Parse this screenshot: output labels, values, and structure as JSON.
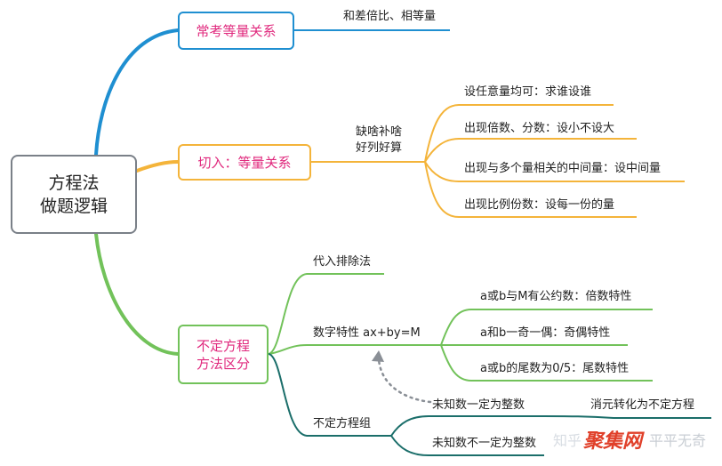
{
  "root": {
    "line1": "方程法",
    "line2": "做题逻辑"
  },
  "branch1": {
    "title": "常考等量关系",
    "child": "和差倍比、相等量"
  },
  "branch2": {
    "title": "切入：等量关系",
    "sublabel_line1": "缺啥补啥",
    "sublabel_line2": "好列好算",
    "items": [
      "设任意量均可：求谁设谁",
      "出现倍数、分数：设小不设大",
      "出现与多个量相关的中间量：设中间量",
      "出现比例份数：设每一份的量"
    ]
  },
  "branch3": {
    "title_line1": "不定方程",
    "title_line2": "方法区分",
    "method1": "代入排除法",
    "method2": "数字特性 ax+by=M",
    "method2_items": [
      "a或b与M有公约数：倍数特性",
      "a和b一奇一偶：奇偶特性",
      "a或b的尾数为0/5：尾数特性"
    ],
    "method3": "不定方程组",
    "method3_items": [
      "未知数一定为整数",
      "未知数不一定为整数"
    ],
    "method3_note": "消元转化为不定方程"
  },
  "watermark": {
    "text1": "知乎",
    "text2": "聚集网",
    "text3": "平平无奇"
  },
  "colors": {
    "blue": "#1f8fd1",
    "yellow": "#f4b43a",
    "green": "#72c25a",
    "teal": "#1b6e6a",
    "gray": "#7a8088",
    "pink": "#e0297d"
  }
}
